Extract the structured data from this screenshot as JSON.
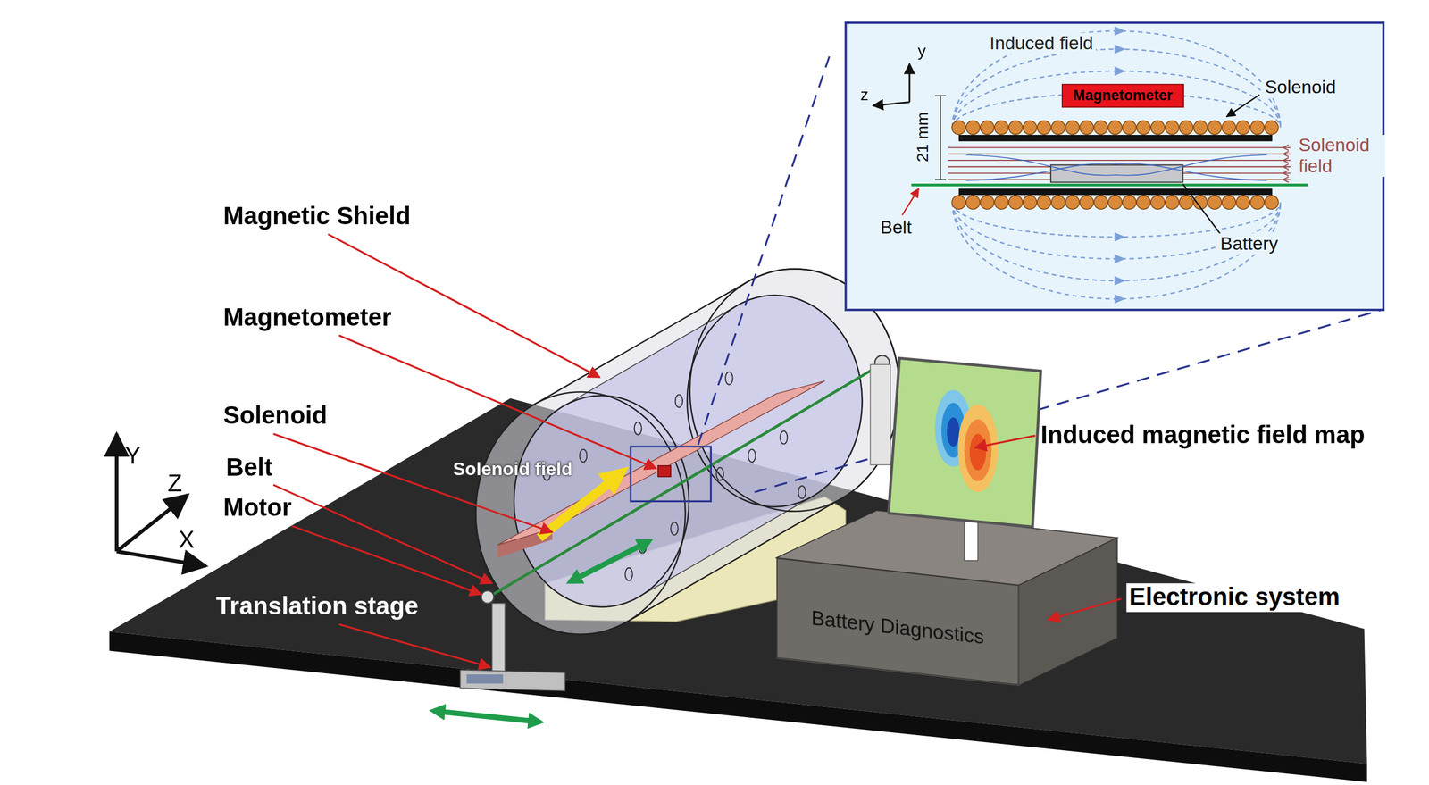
{
  "diagram": {
    "nodes": [
      {
        "text": [
          "Battery Diagnostics"
        ]
      },
      {
        "text": [
          "Magnetometer"
        ]
      }
    ],
    "labels": [
      "Magnetic Shield",
      "Magnetometer",
      "Solenoid",
      "Belt",
      "Motor",
      "Translation stage",
      "Solenoid field",
      "Induced magnetic field map",
      "Electronic system",
      "Y",
      "Z",
      "X",
      "Induced field",
      "y",
      "z",
      "Solenoid",
      "21 mm",
      "Solenoid field",
      "Belt",
      "Battery"
    ]
  }
}
